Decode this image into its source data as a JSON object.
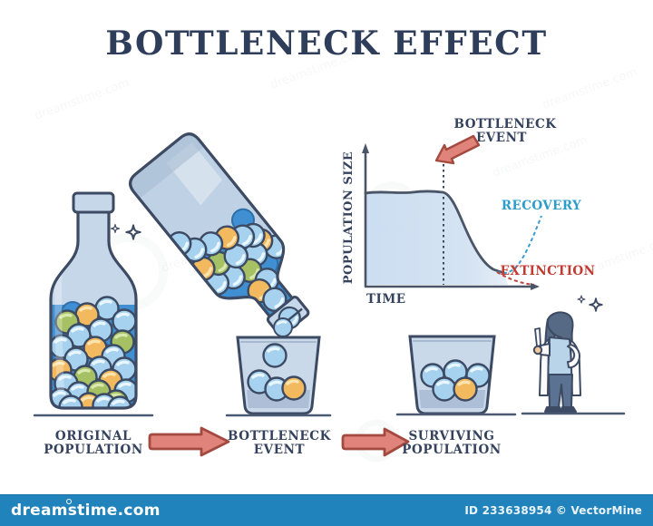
{
  "title": "BOTTLENECK EFFECT",
  "graph": {
    "ylabel": "POPULATION SIZE",
    "xlabel": "TIME",
    "event_line1": "BOTTLENECK",
    "event_line2": "EVENT",
    "recovery_label": "RECOVERY",
    "extinction_label": "EXTINCTION"
  },
  "stages": [
    {
      "line1": "ORIGINAL",
      "line2": "POPULATION"
    },
    {
      "line1": "BOTTLENECK",
      "line2": "EVENT"
    },
    {
      "line1": "SURVIVING",
      "line2": "POPULATION"
    }
  ],
  "watermark": {
    "text": "dreamstime.com"
  },
  "footer": {
    "brand": "dreamstime.com",
    "credit": "ID 233638954 © VectorMine"
  },
  "colors": {
    "title_text": "#2e3d5a",
    "outline": "#3d4a63",
    "glass_fill": "#c6d7e9",
    "liquid_blue": "#3f8fd2",
    "ball_blue": "#a6d2ef",
    "ball_orange": "#f3b95f",
    "ball_green": "#a5c163",
    "arrow_fill": "#e0837a",
    "arrow_outline": "#a3493f",
    "recovery_blue": "#2b9ccc",
    "extinction_red": "#c23b33",
    "graph_area_fill": "#cfe0f1",
    "footer_bg": "#2183bb"
  },
  "chart_data": {
    "type": "line",
    "title": "",
    "xlabel": "TIME",
    "ylabel": "POPULATION SIZE",
    "axis_tick_labels": "none (qualitative sketch)",
    "grid": false,
    "annotations": [
      "BOTTLENECK EVENT (red arrow pointing at dashed vertical line)"
    ],
    "bottleneck_event_x": 3,
    "series": [
      {
        "name": "Population",
        "style": "solid",
        "color": "#4a5568",
        "area_fill": "#cfe0f1",
        "x": [
          0,
          0.5,
          1,
          1.5,
          2,
          2.5,
          3,
          3.4,
          3.8,
          4.2,
          4.6,
          5
        ],
        "y": [
          80,
          79,
          80,
          79,
          80,
          80,
          80,
          62,
          38,
          18,
          9,
          7
        ]
      },
      {
        "name": "RECOVERY",
        "style": "dashed",
        "color": "#2b9ccc",
        "x": [
          5,
          5.5,
          6,
          6.5,
          7
        ],
        "y": [
          7,
          9,
          18,
          38,
          62
        ]
      },
      {
        "name": "EXTINCTION",
        "style": "dashed",
        "color": "#c23b33",
        "x": [
          5,
          5.5,
          6,
          6.5,
          7
        ],
        "y": [
          7,
          4,
          2,
          1,
          0
        ]
      }
    ],
    "legend_position": "inline labels at curve ends"
  }
}
